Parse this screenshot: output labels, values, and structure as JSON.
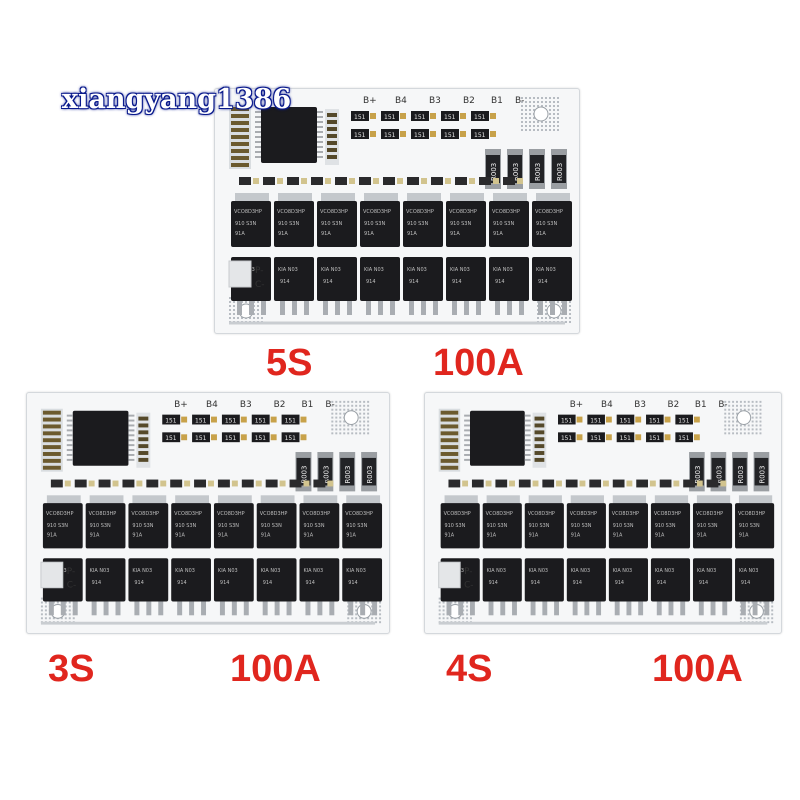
{
  "watermark": "xiangyang1386",
  "boards": [
    {
      "id": "5s",
      "cells": "5S",
      "current": "100A",
      "terminals": [
        "B+",
        "B4",
        "B3",
        "B2",
        "B1",
        "B-"
      ],
      "output_labels": [
        "P-",
        "C-"
      ],
      "shunts": [
        "R003",
        "R003",
        "R003",
        "R003"
      ]
    },
    {
      "id": "3s",
      "cells": "3S",
      "current": "100A",
      "terminals": [
        "B+",
        "B4",
        "B3",
        "B2",
        "B1",
        "B-"
      ],
      "output_labels": [
        "P-",
        "C-"
      ],
      "shunts": [
        "R003",
        "R003",
        "R003",
        "R003"
      ]
    },
    {
      "id": "4s",
      "cells": "4S",
      "current": "100A",
      "terminals": [
        "B+",
        "B4",
        "B3",
        "B2",
        "B1",
        "B-"
      ],
      "output_labels": [
        "P-",
        "C-"
      ],
      "shunts": [
        "R003",
        "R003",
        "R003",
        "R003"
      ]
    }
  ],
  "mosfet_markings": {
    "top_row": [
      "VCO8D3HP",
      "910",
      "S3N",
      "91A"
    ],
    "bottom_row": [
      "KIA",
      "N03",
      "914"
    ]
  },
  "capacitor_marking": "151",
  "colors": {
    "caption_red": "#e0261e",
    "pcb_white": "#f6f7f8",
    "chip_black": "#1b1b1e",
    "watermark_outline": "#0a1a8c"
  }
}
